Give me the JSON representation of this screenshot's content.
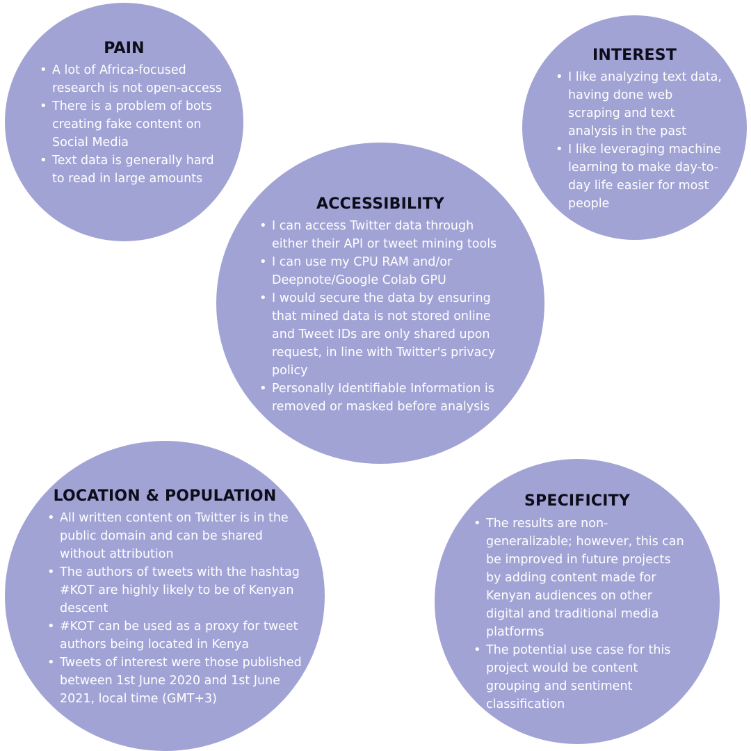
{
  "pain": {
    "title": "PAIN",
    "items": [
      "A lot of Africa-focused research is not open-access",
      "There is a problem of bots creating fake content on Social Media",
      "Text data is generally hard to read in large amounts"
    ]
  },
  "interest": {
    "title": "INTEREST",
    "items": [
      "I like analyzing text data, having done web scraping and text analysis in the past",
      "I like leveraging machine learning to make day-to-day life easier for most people"
    ]
  },
  "accessibility": {
    "title": "ACCESSIBILITY",
    "items": [
      "I can access Twitter data through either their API or tweet mining tools",
      "I can use my CPU RAM and/or Deepnote/Google Colab GPU",
      "I would secure the data by ensuring that mined data is not stored online and Tweet IDs are only shared upon request, in line with Twitter's privacy policy",
      "Personally Identifiable Information is removed or masked before analysis"
    ]
  },
  "location": {
    "title": "LOCATION & POPULATION",
    "items": [
      "All written content on Twitter is in the public domain and can be shared without attribution",
      "The authors of tweets with the hashtag #KOT are highly likely to be of Kenyan descent",
      "#KOT can be used as a proxy for tweet authors being located in Kenya",
      "Tweets of interest were those published between 1st June 2020 and 1st June 2021, local time (GMT+3)"
    ]
  },
  "specificity": {
    "title": "SPECIFICITY",
    "items": [
      "The results are non-generalizable; however, this can be improved in future projects by adding content made for Kenyan audiences on other digital and traditional media platforms",
      "The potential use case for this project would be content grouping and sentiment classification"
    ]
  },
  "colors": {
    "circle": "#a2a3d5",
    "title": "#0d0d1a",
    "text": "#ffffff"
  }
}
